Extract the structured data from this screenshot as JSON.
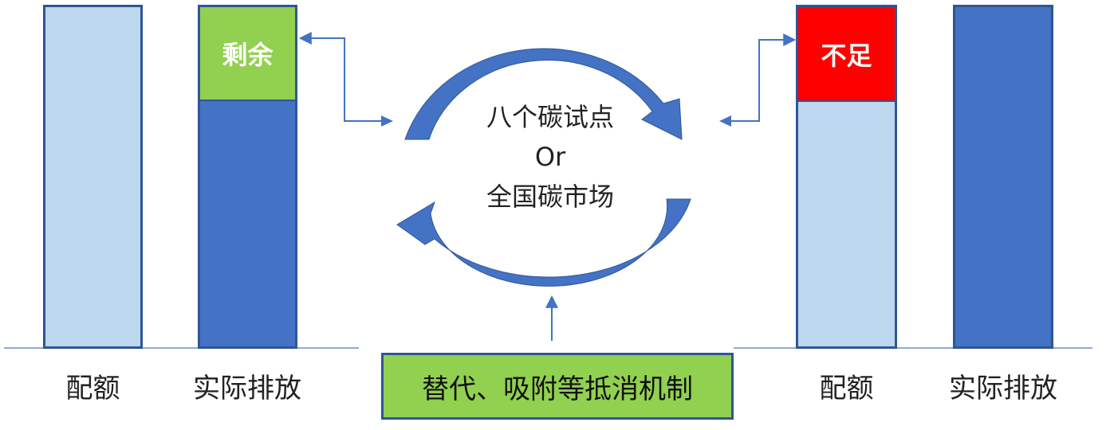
{
  "left_group": {
    "quota_label": "配额",
    "actual_label": "实际排放",
    "surplus_label": "剩余"
  },
  "right_group": {
    "quota_label": "配额",
    "actual_label": "实际排放",
    "shortage_label": "不足"
  },
  "center": {
    "line1": "八个碳试点",
    "line2": "Or",
    "line3": "全国碳市场"
  },
  "mechanism_box": "替代、吸附等抵消机制",
  "colors": {
    "quota": "#bdd7ee",
    "actual": "#4472c4",
    "surplus": "#92d050",
    "shortage": "#ff0000",
    "border": "#2f5597"
  }
}
